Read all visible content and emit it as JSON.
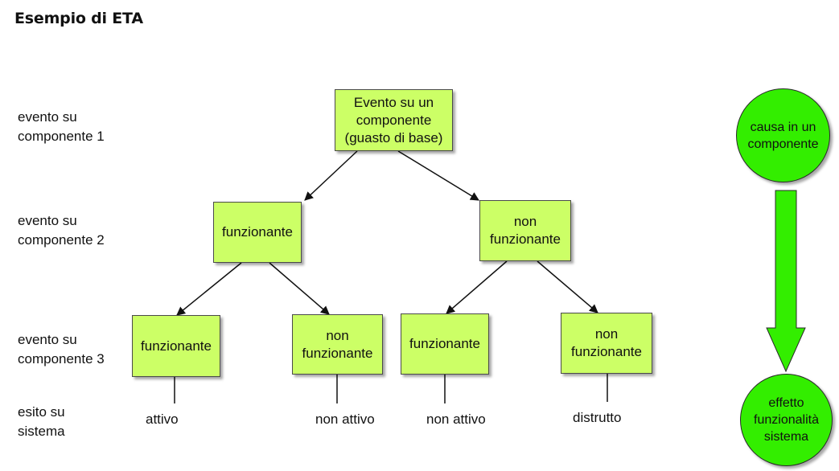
{
  "title": "Esempio di ETA",
  "row_labels": [
    [
      "evento su",
      "componente 1"
    ],
    [
      "evento su",
      "componente 2"
    ],
    [
      "evento su",
      "componente 3"
    ],
    [
      "esito su",
      "sistema"
    ]
  ],
  "nodes": {
    "root": [
      "Evento su un",
      "componente",
      "(guasto di base)"
    ],
    "l2_left": [
      "funzionante"
    ],
    "l2_right": [
      "non",
      "funzionante"
    ],
    "l3_a": [
      "funzionante"
    ],
    "l3_b": [
      "non",
      "funzionante"
    ],
    "l3_c": [
      "funzionante"
    ],
    "l3_d": [
      "non",
      "funzionante"
    ]
  },
  "outcomes": [
    "attivo",
    "non attivo",
    "non attivo",
    "distrutto"
  ],
  "legend": {
    "cause": [
      "causa in un",
      "componente"
    ],
    "effect": [
      "effetto",
      "funzionalità",
      "sistema"
    ]
  },
  "colors": {
    "node_fill": "#ccff66",
    "circle_fill": "#33ee00",
    "arrow_fill": "#33ee00",
    "line": "#111111"
  }
}
